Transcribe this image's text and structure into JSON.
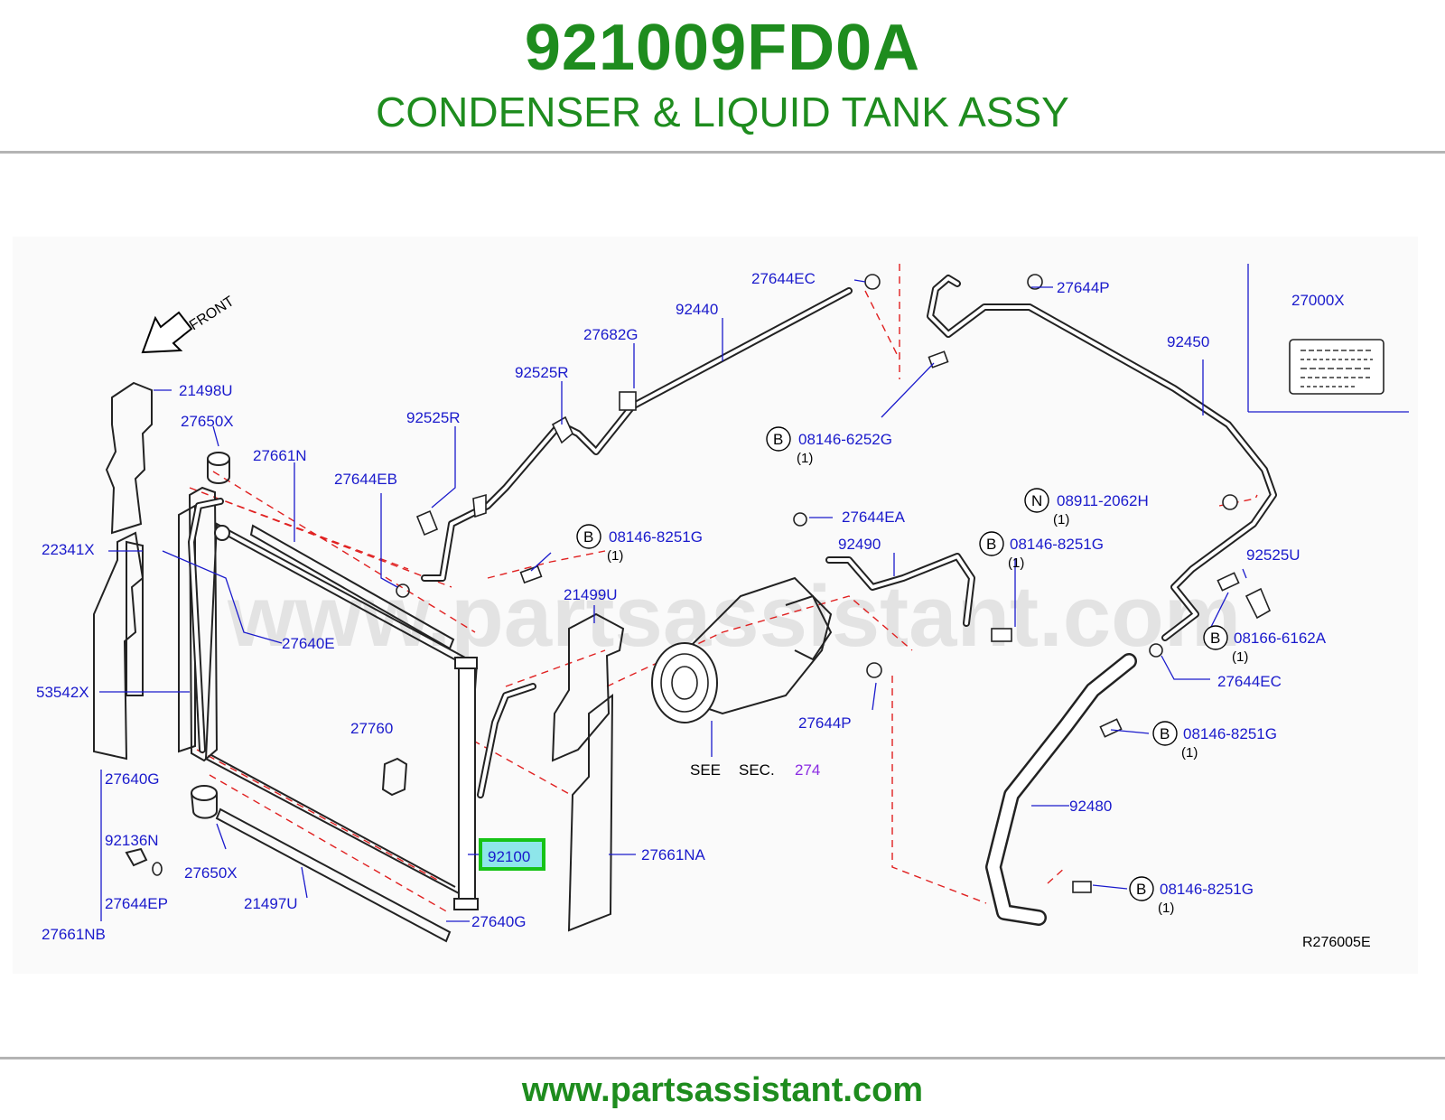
{
  "header": {
    "part_number": "921009FD0A",
    "title": "CONDENSER & LIQUID TANK ASSY"
  },
  "diagram": {
    "front_label": "FRONT",
    "watermark": "www.partsassistant.com",
    "ref_code": "R276005E",
    "see_sec": {
      "see": "SEE",
      "sec": "SEC.",
      "number": "274"
    },
    "highlighted": "92100",
    "labels": {
      "l_27644EC_top": "27644EC",
      "l_92440": "92440",
      "l_27682G": "27682G",
      "l_92525R_a": "92525R",
      "l_92525R_b": "92525R",
      "l_21498U": "21498U",
      "l_27650X_top": "27650X",
      "l_27661N": "27661N",
      "l_27644EB": "27644EB",
      "l_22341X": "22341X",
      "l_27640E": "27640E",
      "l_53542X": "53542X",
      "l_27640G_left": "27640G",
      "l_92136N": "92136N",
      "l_27644EP": "27644EP",
      "l_27661NB": "27661NB",
      "l_27650X_bot": "27650X",
      "l_21497U": "21497U",
      "l_27640G_bot": "27640G",
      "l_92100": "92100",
      "l_27760": "27760",
      "l_21499U": "21499U",
      "l_27661NA": "27661NA",
      "l_27644P_top": "27644P",
      "l_92450": "92450",
      "l_27000X": "27000X",
      "l_27644EA": "27644EA",
      "l_92490": "92490",
      "l_27644P_mid": "27644P",
      "l_92525U": "92525U",
      "l_27644EC_right": "27644EC",
      "l_92480": "92480"
    },
    "callouts": [
      {
        "letter": "B",
        "part": "08146-6252G",
        "qty": "(1)"
      },
      {
        "letter": "B",
        "part": "08146-8251G",
        "qty": "(1)"
      },
      {
        "letter": "N",
        "part": "08911-2062H",
        "qty": "(1)"
      },
      {
        "letter": "B",
        "part": "08146-8251G",
        "qty": "(1)"
      },
      {
        "letter": "B",
        "part": "08166-6162A",
        "qty": "(1)"
      },
      {
        "letter": "B",
        "part": "08146-8251G",
        "qty": "(1)"
      },
      {
        "letter": "B",
        "part": "08146-8251G",
        "qty": "(1)"
      }
    ]
  },
  "footer": {
    "url": "www.partsassistant.com"
  },
  "colors": {
    "brand_green": "#1e8c1e",
    "label_blue": "#1a1acc",
    "leader_red": "#e02020",
    "highlight_green": "#16c316",
    "highlight_fill": "#8ee6ea",
    "section_purple": "#8a2be2"
  }
}
